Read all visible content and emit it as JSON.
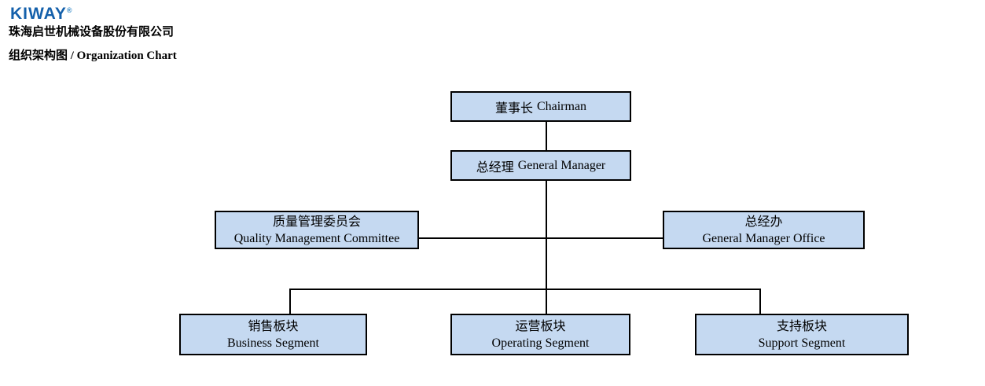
{
  "header": {
    "logo_text": "KIWAY",
    "logo_mark": "®",
    "company_name": "珠海启世机械设备股份有限公司",
    "chart_title": "组织架构图 / Organization Chart"
  },
  "colors": {
    "logo_blue": "#1460ab",
    "node_fill": "#c5d9f1",
    "node_border": "#000000",
    "connector": "#000000"
  },
  "org": {
    "nodes": {
      "chairman": {
        "zh": "董事长",
        "en": "Chairman"
      },
      "general_manager": {
        "zh": "总经理",
        "en": "General Manager"
      },
      "quality_committee": {
        "zh": "质量管理委员会",
        "en": "Quality Management Committee"
      },
      "gm_office": {
        "zh": "总经办",
        "en": "General Manager Office"
      },
      "business_segment": {
        "zh": "销售板块",
        "en": "Business Segment"
      },
      "operating_segment": {
        "zh": "运营板块",
        "en": "Operating Segment"
      },
      "support_segment": {
        "zh": "支持板块",
        "en": "Support Segment"
      }
    },
    "edges": [
      [
        "chairman",
        "general_manager"
      ],
      [
        "general_manager",
        "quality_committee"
      ],
      [
        "general_manager",
        "gm_office"
      ],
      [
        "general_manager",
        "business_segment"
      ],
      [
        "general_manager",
        "operating_segment"
      ],
      [
        "general_manager",
        "support_segment"
      ]
    ]
  }
}
